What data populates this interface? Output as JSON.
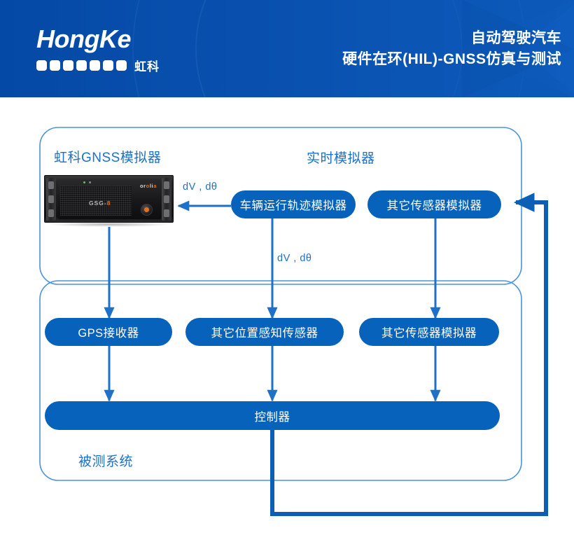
{
  "header": {
    "logo": {
      "wordmark": "HongKe",
      "chinese": "虹科",
      "square_count": 7
    },
    "title_line1": "自动驾驶汽车",
    "title_line2": "硬件在环(HIL)-GNSS仿真与测试",
    "background_color": "#0549a6"
  },
  "diagram": {
    "groups": [
      {
        "id": "simulator-group",
        "caption_left": "虹科GNSS模拟器",
        "caption_center": "实时模拟器"
      },
      {
        "id": "sut-group",
        "caption": "被测系统"
      }
    ],
    "device": {
      "brand": "orolia",
      "model": "GSG-8",
      "label": "GNSS simulator hardware"
    },
    "nodes": [
      {
        "id": "vehicle-trajectory-simulator",
        "label": "车辆运行轨迹模拟器"
      },
      {
        "id": "other-sensor-simulator-top",
        "label": "其它传感器模拟器"
      },
      {
        "id": "gps-receiver",
        "label": "GPS接收器"
      },
      {
        "id": "other-position-sensor",
        "label": "其它位置感知传感器"
      },
      {
        "id": "other-sensor-simulator-bottom",
        "label": "其它传感器模拟器"
      },
      {
        "id": "controller",
        "label": "控制器"
      }
    ],
    "edge_labels": [
      {
        "id": "edge-label-1",
        "text": "dV , dθ"
      },
      {
        "id": "edge-label-2",
        "text": "dV , dθ"
      }
    ],
    "colors": {
      "node_fill": "#0662bb",
      "line": "#1e70c8",
      "group_border": "#4a93dd",
      "feedback_line": "#0b5fb5",
      "caption_text": "#1e70c8"
    }
  }
}
